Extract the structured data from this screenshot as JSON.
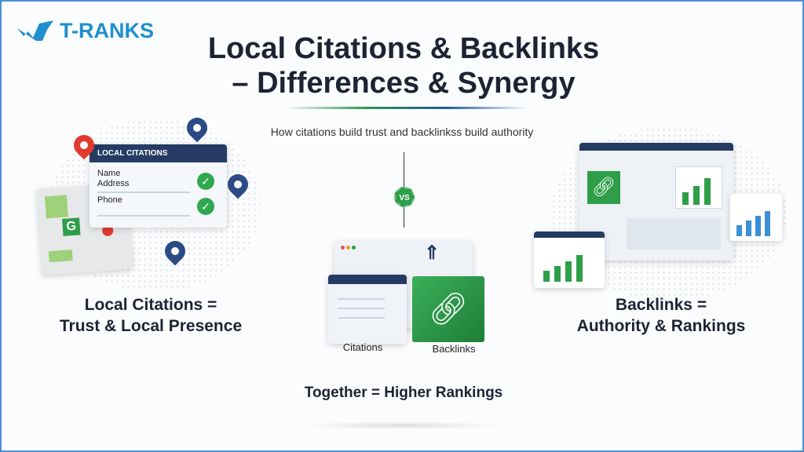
{
  "logo": {
    "text": "T-RANKS"
  },
  "title": {
    "line1": "Local Citations & Backlinks",
    "line2": "– Differences & Synergy"
  },
  "subtitle": "How citations build trust and backlinkss build authority",
  "left": {
    "card_title": "LOCAL CITATIONS",
    "fields": [
      "Name",
      "Address",
      "Phone"
    ],
    "map_badge": "G",
    "caption_line1": "Local Citations =",
    "caption_line2": "Trust & Local Presence"
  },
  "center": {
    "vs": "VS",
    "citations_label": "Citations",
    "backlinks_label": "Backlinks",
    "together": "Together = Higher Rankings"
  },
  "right": {
    "caption_line1": "Backlinks =",
    "caption_line2": "Authority & Rankings"
  },
  "colors": {
    "brand": "#1f8fcf",
    "green": "#2e9e49",
    "navy": "#2b4a86"
  }
}
